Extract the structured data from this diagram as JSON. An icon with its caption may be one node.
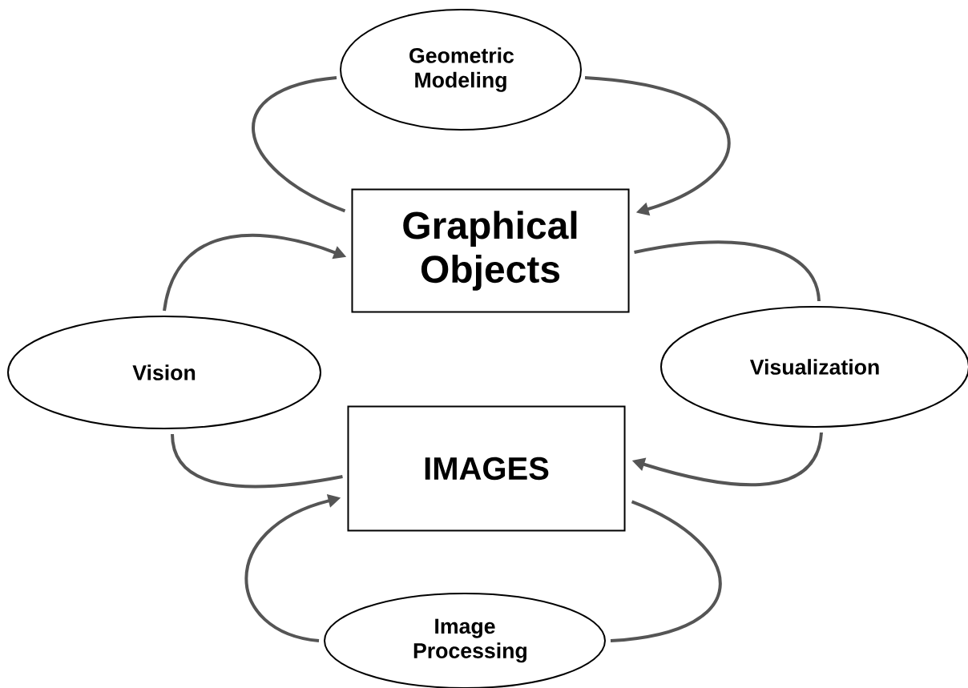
{
  "diagram": {
    "nodes": [
      {
        "text": [
          "Geometric Modeling"
        ]
      },
      {
        "text": [
          "Graphical Objects"
        ]
      },
      {
        "text": [
          "Vision"
        ]
      },
      {
        "text": [
          "Visualization"
        ]
      },
      {
        "text": [
          "IMAGES"
        ]
      },
      {
        "text": [
          "Image Processing"
        ]
      }
    ],
    "edges": [
      {
        "from": 1,
        "to": 0,
        "arrow": "none"
      },
      {
        "from": 0,
        "to": 1,
        "arrow": "to"
      },
      {
        "from": 2,
        "to": 1,
        "arrow": "to"
      },
      {
        "from": 4,
        "to": 2,
        "arrow": "none"
      },
      {
        "from": 1,
        "to": 3,
        "arrow": "none"
      },
      {
        "from": 3,
        "to": 4,
        "arrow": "to"
      },
      {
        "from": 4,
        "to": 5,
        "arrow": "none"
      },
      {
        "from": 5,
        "to": 4,
        "arrow": "to"
      }
    ]
  }
}
